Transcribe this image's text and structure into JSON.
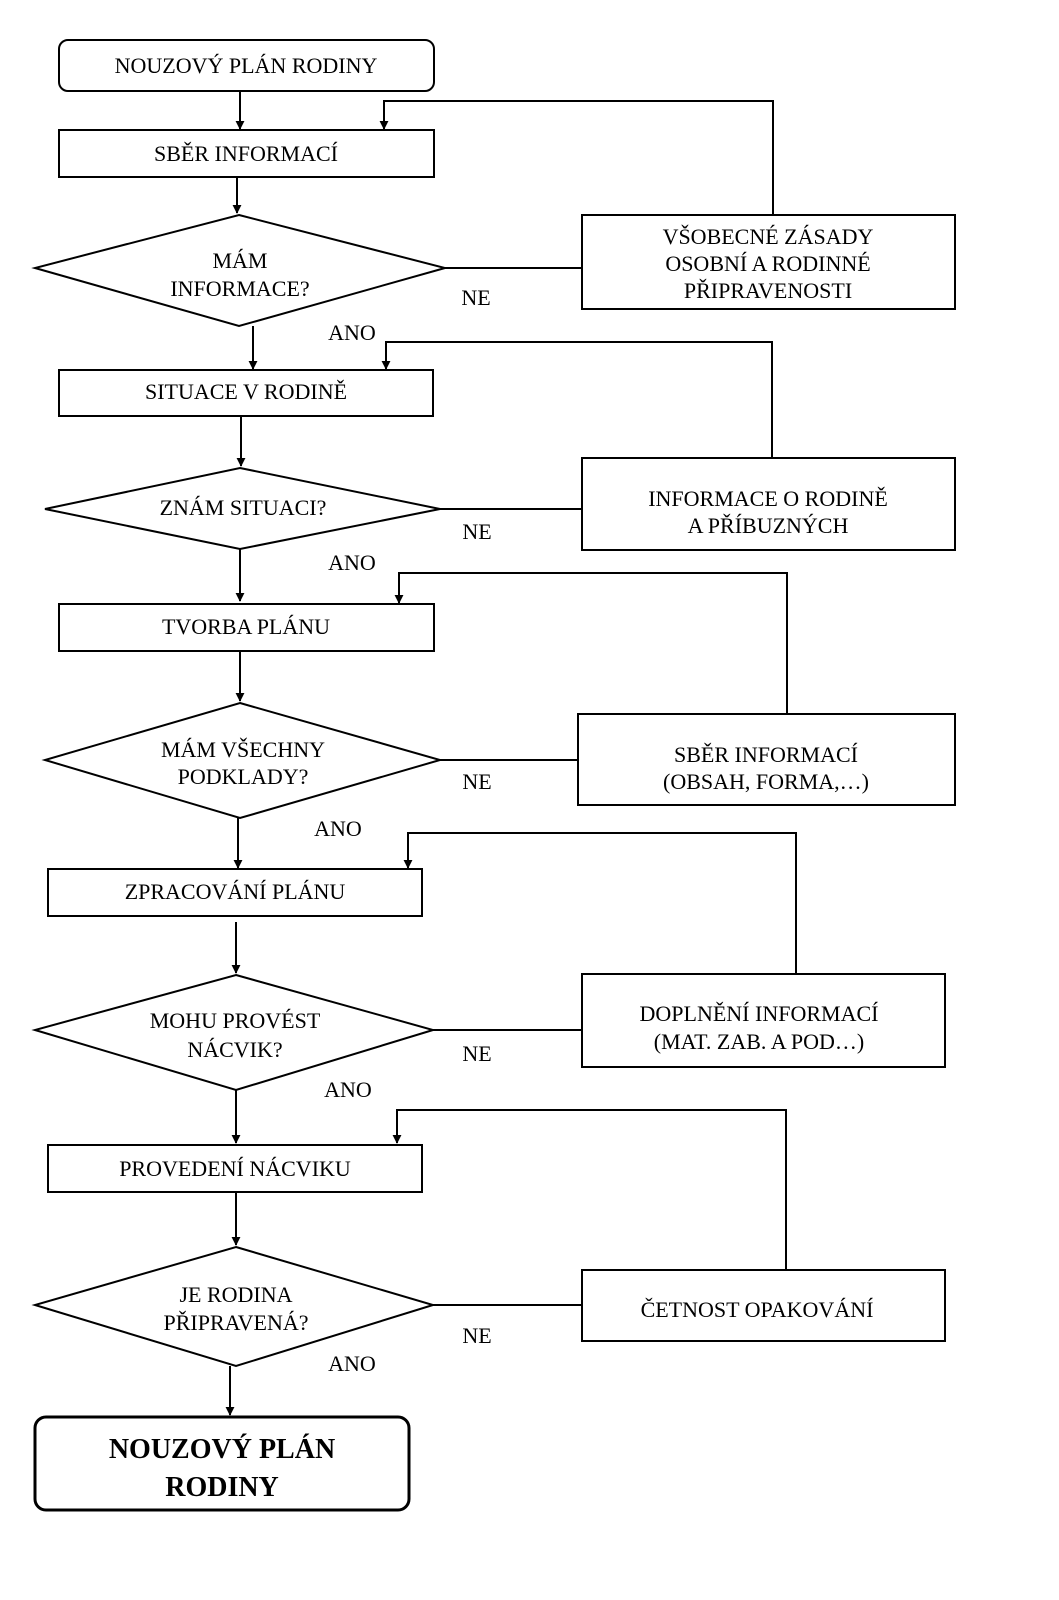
{
  "start": "NOUZOVÝ PLÁN RODINY",
  "steps": [
    {
      "process": "SBĚR INFORMACÍ",
      "question": [
        "MÁM",
        "INFORMACE?"
      ],
      "side": [
        "VŠOBECNÉ ZÁSADY",
        "OSOBNÍ A RODINNÉ",
        "PŘIPRAVENOSTI"
      ],
      "no": "NE",
      "yes": "ANO"
    },
    {
      "process": "SITUACE V RODINĚ",
      "question": [
        "ZNÁM SITUACI?"
      ],
      "side": [
        "INFORMACE O RODINĚ",
        "A PŘÍBUZNÝCH"
      ],
      "no": "NE",
      "yes": "ANO"
    },
    {
      "process": "TVORBA PLÁNU",
      "question": [
        "MÁM VŠECHNY",
        "PODKLADY?"
      ],
      "side": [
        "SBĚR INFORMACÍ",
        "(OBSAH, FORMA,…)"
      ],
      "no": "NE",
      "yes": "ANO"
    },
    {
      "process": "ZPRACOVÁNÍ PLÁNU",
      "question": [
        "MOHU PROVÉST",
        "NÁCVIK?"
      ],
      "side": [
        "DOPLNĚNÍ INFORMACÍ",
        "(MAT. ZAB. A POD…)"
      ],
      "no": "NE",
      "yes": "ANO"
    },
    {
      "process": "PROVEDENÍ NÁCVIKU",
      "question": [
        "JE RODINA",
        "PŘIPRAVENÁ?"
      ],
      "side": [
        "ČETNOST OPAKOVÁNÍ"
      ],
      "no": "NE",
      "yes": "ANO"
    }
  ],
  "end": [
    "NOUZOVÝ PLÁN",
    "RODINY"
  ]
}
